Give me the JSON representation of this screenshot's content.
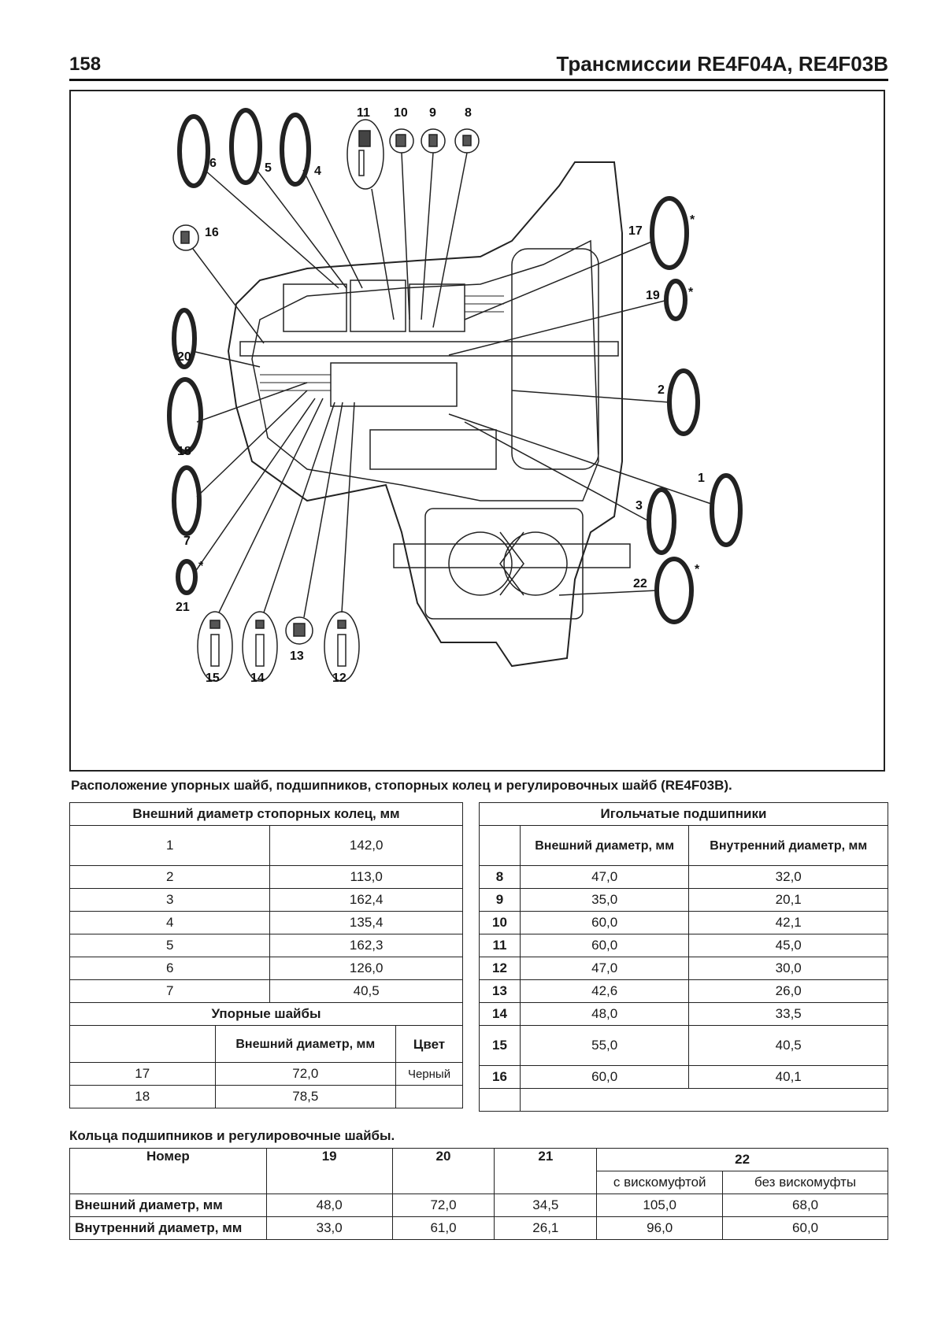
{
  "header": {
    "page_number": "158",
    "title": "Трансмиссии RE4F04A, RE4F03B"
  },
  "diagram": {
    "callouts": [
      "1",
      "2",
      "3",
      "4",
      "5",
      "6",
      "7",
      "8",
      "9",
      "10",
      "11",
      "12",
      "13",
      "14",
      "15",
      "16",
      "17",
      "18",
      "19",
      "20",
      "21",
      "22"
    ],
    "asterisk": "*",
    "caption": "Расположение упорных шайб, подшипников, стопорных колец и регулировочных шайб (RE4F03B)."
  },
  "snap_rings": {
    "title": "Внешний диаметр стопорных колец, мм",
    "rows": [
      {
        "no": "1",
        "value": "142,0"
      },
      {
        "no": "2",
        "value": "113,0"
      },
      {
        "no": "3",
        "value": "162,4"
      },
      {
        "no": "4",
        "value": "135,4"
      },
      {
        "no": "5",
        "value": "162,3"
      },
      {
        "no": "6",
        "value": "126,0"
      },
      {
        "no": "7",
        "value": "40,5"
      }
    ]
  },
  "thrust_washers": {
    "title": "Упорные шайбы",
    "col_outer": "Внешний диаметр, мм",
    "col_color": "Цвет",
    "rows": [
      {
        "no": "17",
        "outer": "72,0",
        "color": "Черный"
      },
      {
        "no": "18",
        "outer": "78,5",
        "color": ""
      }
    ]
  },
  "needle_bearings": {
    "title": "Игольчатые подшипники",
    "col_outer": "Внешний диаметр, мм",
    "col_inner": "Внутренний диаметр, мм",
    "rows": [
      {
        "no": "8",
        "outer": "47,0",
        "inner": "32,0"
      },
      {
        "no": "9",
        "outer": "35,0",
        "inner": "20,1"
      },
      {
        "no": "10",
        "outer": "60,0",
        "inner": "42,1"
      },
      {
        "no": "11",
        "outer": "60,0",
        "inner": "45,0"
      },
      {
        "no": "12",
        "outer": "47,0",
        "inner": "30,0"
      },
      {
        "no": "13",
        "outer": "42,6",
        "inner": "26,0"
      },
      {
        "no": "14",
        "outer": "48,0",
        "inner": "33,5"
      },
      {
        "no": "15",
        "outer": "55,0",
        "inner": "40,5"
      },
      {
        "no": "16",
        "outer": "60,0",
        "inner": "40,1"
      }
    ]
  },
  "races": {
    "caption": "Кольца подшипников и регулировочные шайбы.",
    "col_number": "Номер",
    "numbers": [
      "19",
      "20",
      "21",
      "22"
    ],
    "sub22_a": "с вискомуфтой",
    "sub22_b": "без вискомуфты",
    "rows": [
      {
        "label": "Внешний диаметр, мм",
        "values": [
          "48,0",
          "72,0",
          "34,5",
          "105,0",
          "68,0"
        ]
      },
      {
        "label": "Внутренний диаметр, мм",
        "values": [
          "33,0",
          "61,0",
          "26,1",
          "96,0",
          "60,0"
        ]
      }
    ]
  }
}
